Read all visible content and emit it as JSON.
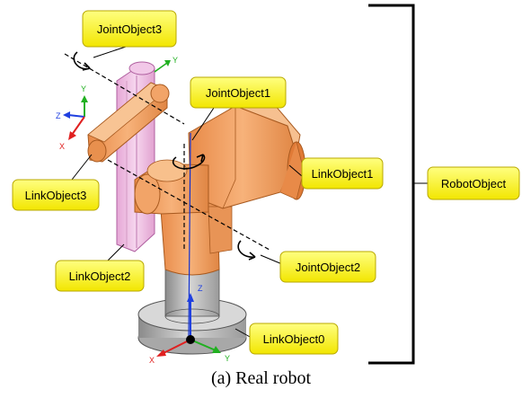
{
  "labels": {
    "joint3": "JointObject3",
    "joint1": "JointObject1",
    "joint2": "JointObject2",
    "link1": "LinkObject1",
    "link2": "LinkObject2",
    "link3": "LinkObject3",
    "link0": "LinkObject0",
    "robot": "RobotObject"
  },
  "axes": {
    "x": "X",
    "y": "Y",
    "z": "Z"
  },
  "caption": "(a) Real robot",
  "colors": {
    "callout_fill": "#ffff00",
    "link_orange": "#f4a66a",
    "link_orange_dark": "#d9803e",
    "link2_pink": "#f0c0e4",
    "base_gray": "#b8b8b8",
    "axis_x": "#e02020",
    "axis_y": "#20b020",
    "axis_z": "#2040e0"
  }
}
